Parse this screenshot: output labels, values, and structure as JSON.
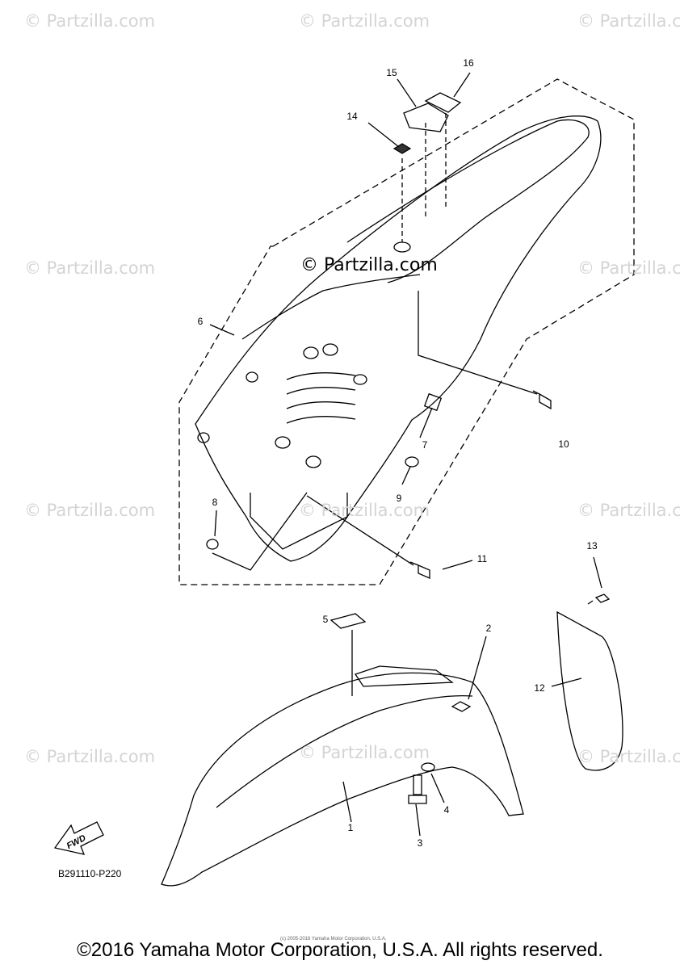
{
  "watermarks": [
    "© Partzilla.com",
    "© Partzilla.com",
    "© Partzilla.com",
    "© Partzilla.com",
    "© Partzilla.com",
    "© Partzilla.com",
    "© Partzilla.com",
    "© Partzilla.com",
    "© Partzilla.com",
    "© Partzilla.com",
    "© Partzilla.com"
  ],
  "center_watermark": "© Partzilla.com",
  "callouts": [
    "1",
    "2",
    "3",
    "4",
    "5",
    "6",
    "7",
    "8",
    "9",
    "10",
    "11",
    "12",
    "13",
    "14",
    "15",
    "16"
  ],
  "diagram_code": "B291110-P220",
  "fwd_label": "FWD",
  "small_copyright": "(c) 2005-2016 Yamaha Motor Corporation, U.S.A.",
  "footer_copyright": "©2016 Yamaha Motor Corporation, U.S.A. All rights reserved."
}
